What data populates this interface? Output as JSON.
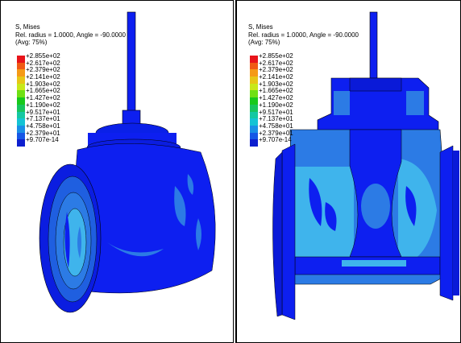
{
  "colors": {
    "accent": "#0a1fd6",
    "model_dark": "#0d1ff0",
    "model_mid": "#2c7be5",
    "model_light": "#3fb4ec",
    "model_deep": "#0010b8",
    "outline": "#000000",
    "background": "#ffffff"
  },
  "legend_colors": [
    "#e8141a",
    "#f05a14",
    "#f59a16",
    "#e7c616",
    "#c8e81a",
    "#6fe014",
    "#17c91c",
    "#17c55e",
    "#15c8a2",
    "#14c3d4",
    "#1a8fe6",
    "#1657e6",
    "#0d1fcf"
  ],
  "panels": [
    {
      "header": [
        "S, Mises",
        "Rel. radius = 1.0000, Angle = -90.0000",
        "(Avg: 75%)"
      ],
      "legend_values": [
        "+2.855e+02",
        "+2.617e+02",
        "+2.379e+02",
        "+2.141e+02",
        "+1.903e+02",
        "+1.665e+02",
        "+1.427e+02",
        "+1.190e+02",
        "+9.517e+01",
        "+7.137e+01",
        "+4.758e+01",
        "+2.379e+01",
        "+9.707e-14"
      ]
    },
    {
      "header": [
        "S, Mises",
        "Rel. radius = 1.0000, Angle = -90.0000",
        "(Avg: 75%)"
      ],
      "legend_values": [
        "+2.855e+02",
        "+2.617e+02",
        "+2.379e+02",
        "+2.141e+02",
        "+1.903e+02",
        "+1.665e+02",
        "+1.427e+02",
        "+1.190e+02",
        "+9.517e+01",
        "+7.137e+01",
        "+4.758e+01",
        "+2.379e+01",
        "+9.707e-14"
      ]
    }
  ]
}
